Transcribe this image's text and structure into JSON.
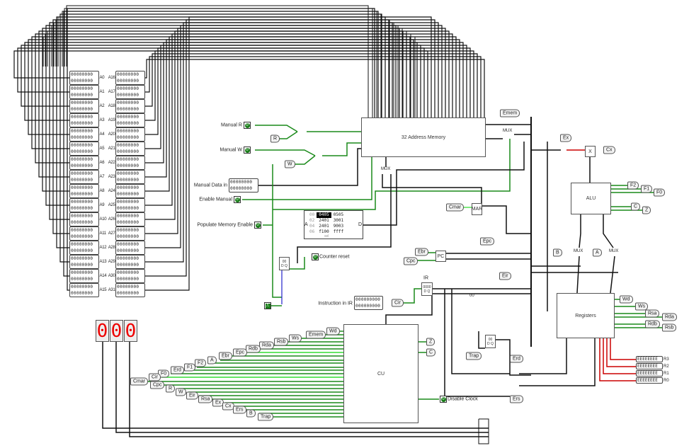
{
  "memory_panel": {
    "labels_left": [
      "A0",
      "A1",
      "A2",
      "A3",
      "A4",
      "A5",
      "A6",
      "A7",
      "A8",
      "A9",
      "A10",
      "A11",
      "A12",
      "A13",
      "A14",
      "A15"
    ],
    "labels_right": [
      "A16",
      "A17",
      "A18",
      "A19",
      "A20",
      "A21",
      "A22",
      "A23",
      "A24",
      "A25",
      "A26",
      "A27",
      "A28",
      "A29",
      "A30",
      "A31"
    ],
    "cell_value": "00000000"
  },
  "memory": {
    "title": "32 Address Memory"
  },
  "inputs": {
    "manual_r": "Manual R",
    "manual_w": "Manual W",
    "manual_data_in": "Manual Data in",
    "manual_data_value": "00000000",
    "enable_manual": "Enable Manual",
    "populate_memory_enable": "Populate Memory Enable",
    "counter_reset": "Counter reset",
    "instruction_in_ir": "Instruction in IR",
    "instruction_value": "000000000",
    "disable_clock": "Disable Clock",
    "pin_value": "0"
  },
  "rom": {
    "address_label": "A",
    "data_label": "D",
    "sel_label": "sel",
    "rows": [
      {
        "addr": "00",
        "v1": "0405",
        "v2": "0505"
      },
      {
        "addr": "02",
        "v1": "2401",
        "v2": "3001"
      },
      {
        "addr": "04",
        "v1": "2401",
        "v2": "9003"
      },
      {
        "addr": "06",
        "v1": "f100",
        "v2": "ffff"
      }
    ]
  },
  "components": {
    "alu": "ALU",
    "registers": "Registers",
    "cu": "CU",
    "pc": "PC",
    "mar": "MAR",
    "ir": "IR",
    "ir_value": "0000",
    "x": "X",
    "mux": "MUX",
    "counter_value": "00",
    "trap_ff_value": "00",
    "const_00": "00"
  },
  "hex_display": {
    "digits": [
      "0",
      "0",
      "0"
    ]
  },
  "tunnels": {
    "cu_inputs": [
      "Wd",
      "Emem",
      "Ws",
      "Rsb",
      "Rda",
      "Rdb",
      "Epc",
      "Ebr",
      "A",
      "F2",
      "F1",
      "Erd",
      "F0",
      "Cir",
      "Cmar",
      "Cpc",
      "R",
      "W",
      "Eir",
      "Rsa",
      "Ex",
      "Cx",
      "Ers",
      "B",
      "Trap"
    ],
    "cu_outputs": [
      "Z",
      "C"
    ],
    "misc": {
      "r": "R",
      "w": "W",
      "emem": "Emem",
      "cmar": "Cmar",
      "ebr": "Ebr",
      "cpc": "Cpc",
      "epc": "Epc",
      "cir": "Cir",
      "eir": "Eir",
      "trap": "Trap",
      "erd": "Erd",
      "ers": "Ers",
      "ex": "Ex",
      "cx": "Cx",
      "b": "B",
      "a": "A"
    },
    "alu_outputs": [
      "F2",
      "F1",
      "F0",
      "C",
      "Z"
    ],
    "reg_outputs": [
      "Wd",
      "Ws",
      "Rsa",
      "Rda",
      "Rdb",
      "Rsb"
    ]
  },
  "register_displays": [
    {
      "label": "R3",
      "value": "EEEEEEEE"
    },
    {
      "label": "R2",
      "value": "EEEEEEEE"
    },
    {
      "label": "R1",
      "value": "EEEEEEEE"
    },
    {
      "label": "R0",
      "value": "EEEEEEEE"
    }
  ],
  "colors": {
    "wire": "#111111",
    "active": "#1a8a1a",
    "bright": "#33dd33",
    "error": "#cc0000",
    "segment": "#ee0000"
  }
}
